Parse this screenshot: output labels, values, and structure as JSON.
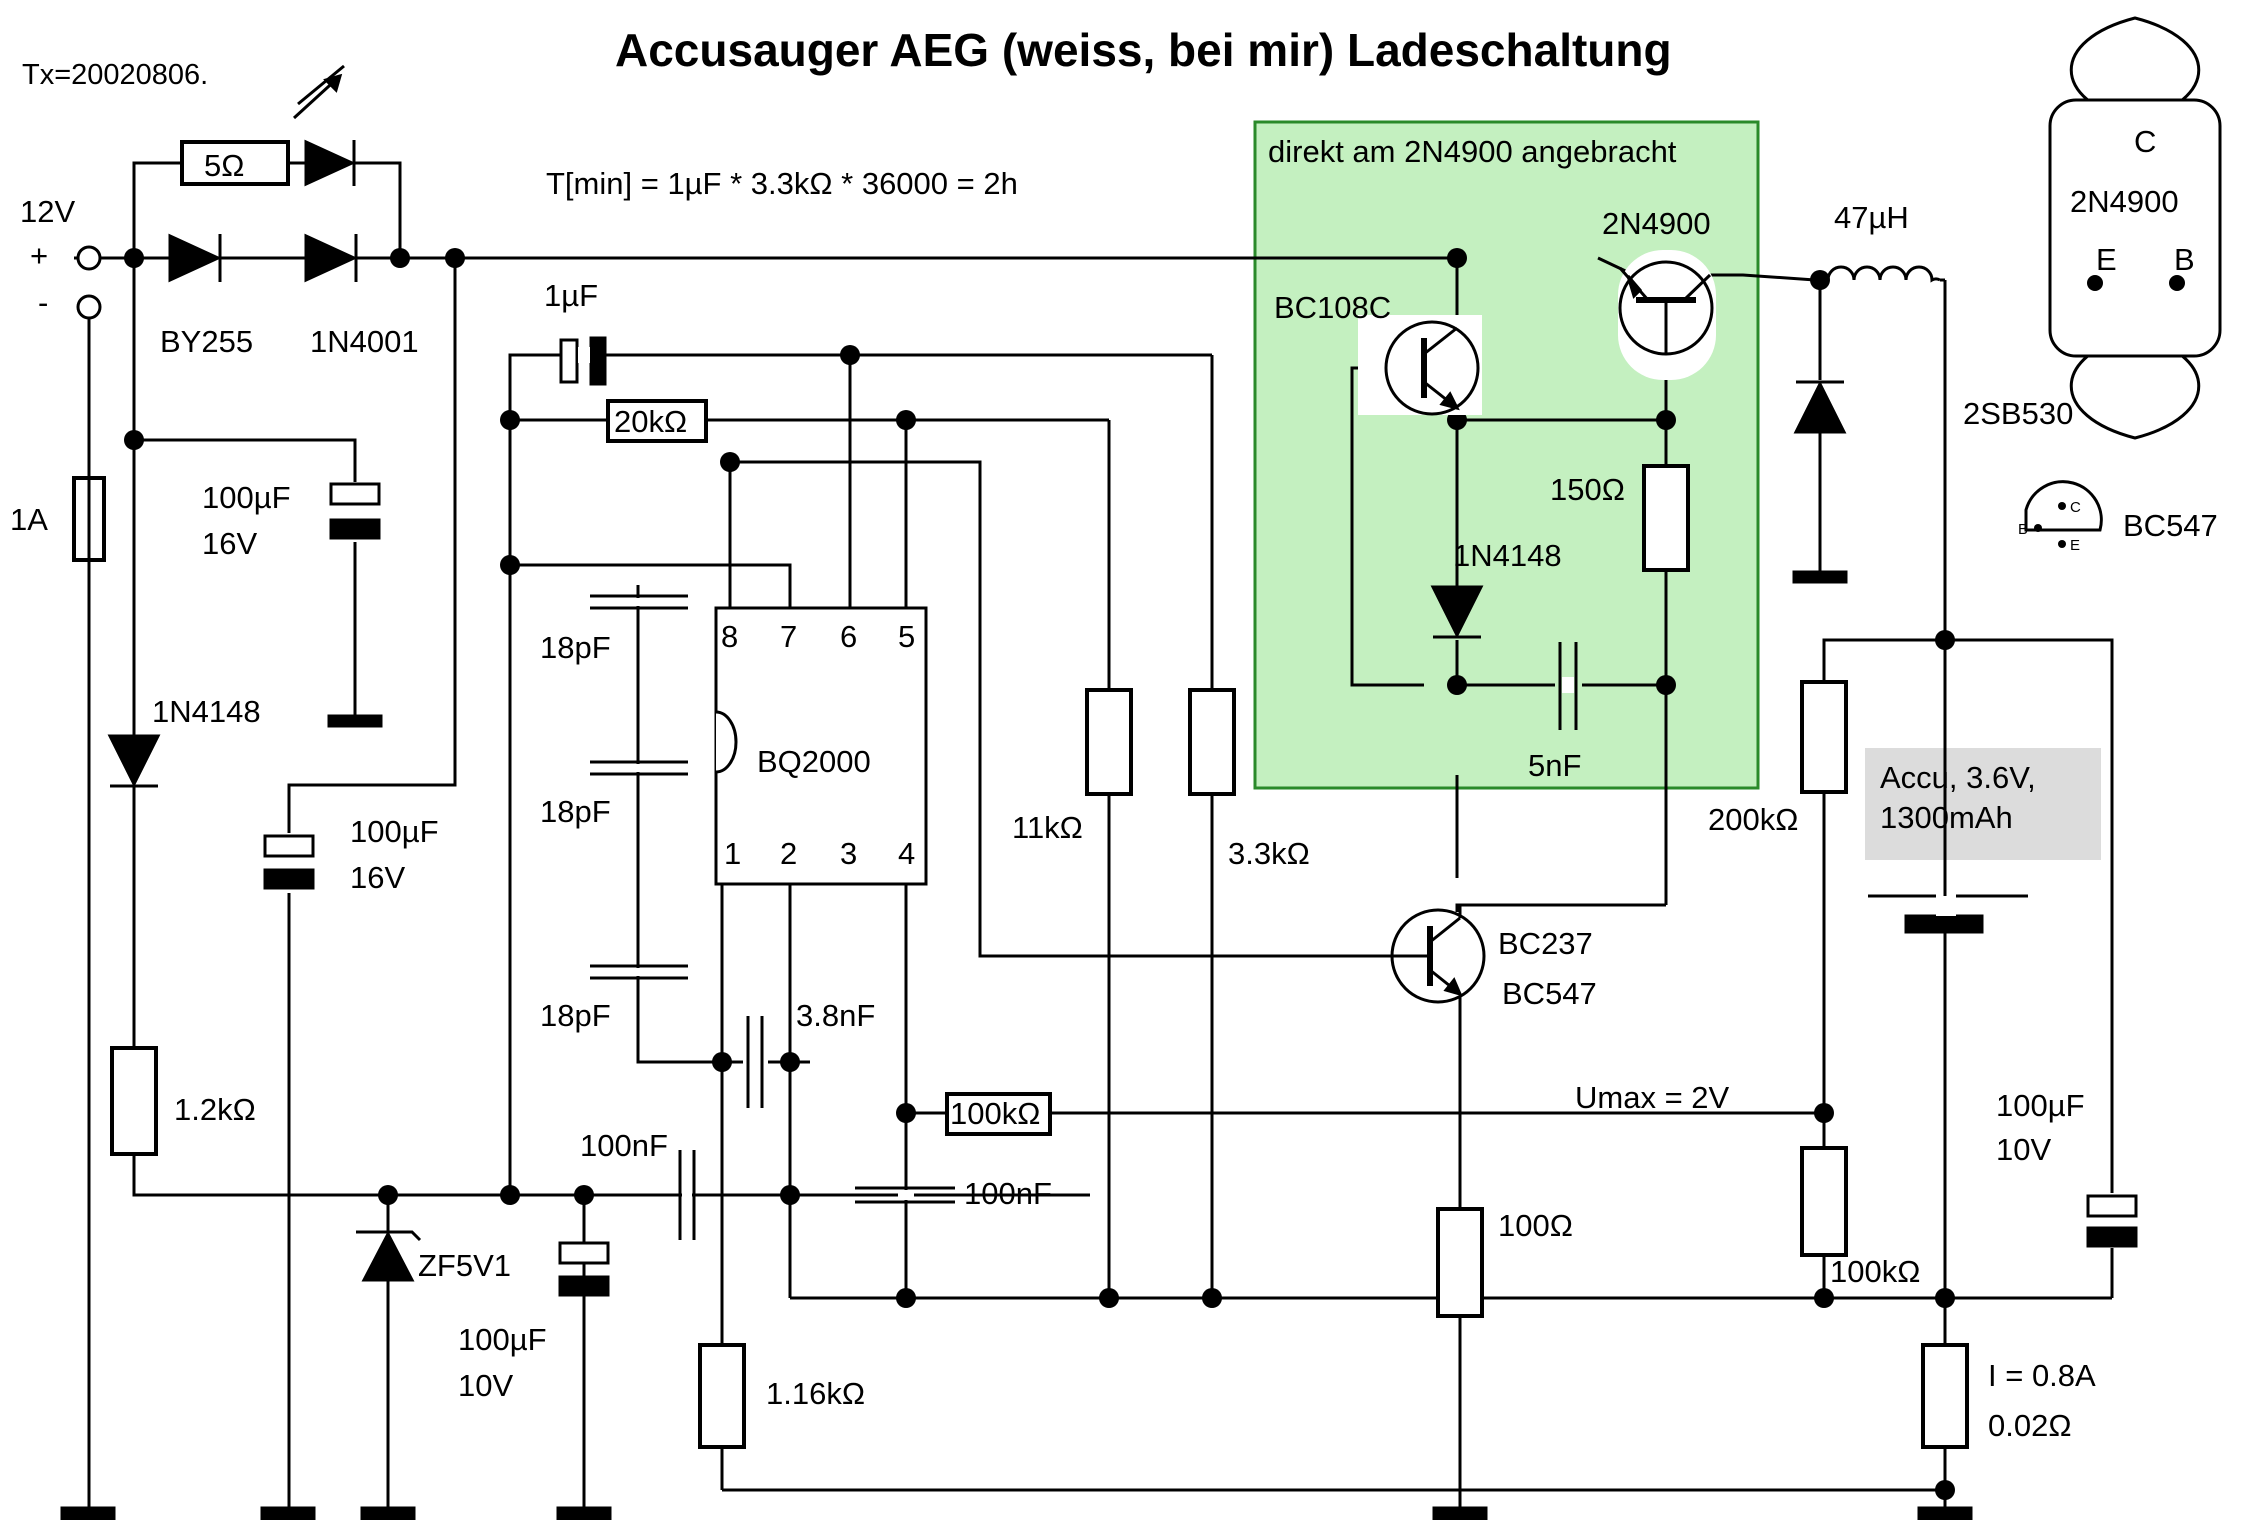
{
  "title": "Accusauger AEG (weiss, bei mir) Ladeschaltung",
  "revision": "Tx=20020806.",
  "formula": "T[min] = 1µF * 3.3kΩ * 36000 = 2h",
  "supply": {
    "voltage": "12V",
    "plus": "+",
    "minus": "-"
  },
  "highlight_box": {
    "caption": "direkt am 2N4900 angebracht",
    "color": "#c4f0c0"
  },
  "battery_note": {
    "line1": "Accu, 3.6V,",
    "line2": "1300mAh",
    "color": "#dcdcdc"
  },
  "annotations": {
    "umax": "Umax = 2V",
    "current": "I = 0.8A",
    "shunt": "0.02Ω"
  },
  "ic": {
    "name": "BQ2000",
    "pins_top": [
      "8",
      "7",
      "6",
      "5"
    ],
    "pins_bottom": [
      "1",
      "2",
      "3",
      "4"
    ]
  },
  "pinout_2n4900": {
    "c": "C",
    "part": "2N4900",
    "e": "E",
    "b": "B",
    "alt": "2SB530"
  },
  "pinout_bc547": {
    "b": "B",
    "c": "C",
    "e": "E",
    "part": "BC547"
  },
  "components": {
    "r5": "5Ω",
    "d_by255": "BY255",
    "d_1n4001": "1N4001",
    "fuse": "1A",
    "c100u_a": "100µF",
    "c100u_a_v": "16V",
    "d_1n4148_left": "1N4148",
    "c100u_b": "100µF",
    "c100u_b_v": "16V",
    "r1k2": "1.2kΩ",
    "zener": "ZF5V1",
    "c100u_c": "100µF",
    "c100u_c_v": "10V",
    "c1u": "1µF",
    "r20k": "20kΩ",
    "c18p_1": "18pF",
    "c18p_2": "18pF",
    "c18p_3": "18pF",
    "c3n8": "3.8nF",
    "c100n_1": "100nF",
    "c100n_2": "100nF",
    "r100k_h": "100kΩ",
    "r1k16": "1.16kΩ",
    "r11k": "11kΩ",
    "r3k3": "3.3kΩ",
    "q_bc108": "BC108C",
    "q_2n4900": "2N4900",
    "d_1n4148_box": "1N4148",
    "r150": "150Ω",
    "c5n": "5nF",
    "l47u": "47µH",
    "q_bc237": "BC237",
    "q_bc547": "BC547",
    "r100": "100Ω",
    "r200k": "200kΩ",
    "r100k_v": "100kΩ",
    "c100u_d": "100µF",
    "c100u_d_v": "10V"
  }
}
